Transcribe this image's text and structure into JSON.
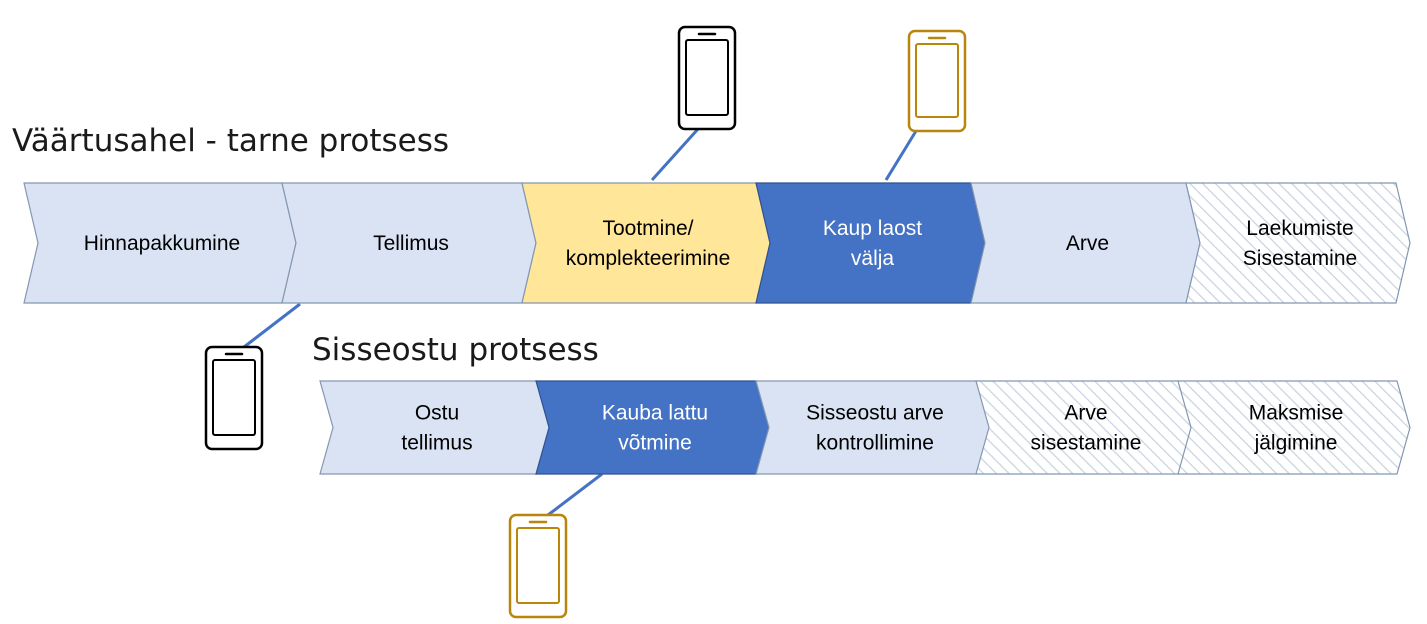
{
  "delivery_process": {
    "title": "Väärtusahel - tarne protsess",
    "steps": [
      {
        "lines": [
          "Hinnapakkumine"
        ],
        "style": "light"
      },
      {
        "lines": [
          "Tellimus"
        ],
        "style": "light"
      },
      {
        "lines": [
          "Tootmine/",
          "komplekteerimine"
        ],
        "style": "yellow"
      },
      {
        "lines": [
          "Kaup laost",
          "välja"
        ],
        "style": "blue"
      },
      {
        "lines": [
          "Arve"
        ],
        "style": "light"
      },
      {
        "lines": [
          "Laekumiste",
          "Sisestamine"
        ],
        "style": "hatched"
      }
    ]
  },
  "purchase_process": {
    "title": "Sisseostu protsess",
    "steps": [
      {
        "lines": [
          "Ostu",
          "tellimus"
        ],
        "style": "light"
      },
      {
        "lines": [
          "Kauba lattu",
          "võtmine"
        ],
        "style": "blue"
      },
      {
        "lines": [
          "Sisseostu arve",
          "kontrollimine"
        ],
        "style": "light"
      },
      {
        "lines": [
          "Arve",
          "sisestamine"
        ],
        "style": "hatched"
      },
      {
        "lines": [
          "Maksmise",
          "jälgimine"
        ],
        "style": "hatched"
      }
    ]
  },
  "devices": [
    {
      "icon": "smartphone-icon",
      "color": "#000000",
      "attached_to": "Tellimus"
    },
    {
      "icon": "smartphone-icon",
      "color": "#000000",
      "attached_to": "Tootmine/komplekteerimine"
    },
    {
      "icon": "smartphone-icon",
      "color": "#b8860b",
      "attached_to": "Kaup laost välja"
    },
    {
      "icon": "smartphone-icon",
      "color": "#b8860b",
      "attached_to": "Kauba lattu võtmine"
    }
  ],
  "colors": {
    "light_fill": "#dae3f3",
    "light_stroke": "#8497b0",
    "yellow_fill": "#ffe699",
    "yellow_stroke": "#8497b0",
    "blue_fill": "#4472c4",
    "blue_stroke": "#2f528f",
    "hatch_line": "#c9d3e2",
    "connector": "#4472c4",
    "text_dark": "#000000",
    "text_on_blue": "#ffffff"
  }
}
